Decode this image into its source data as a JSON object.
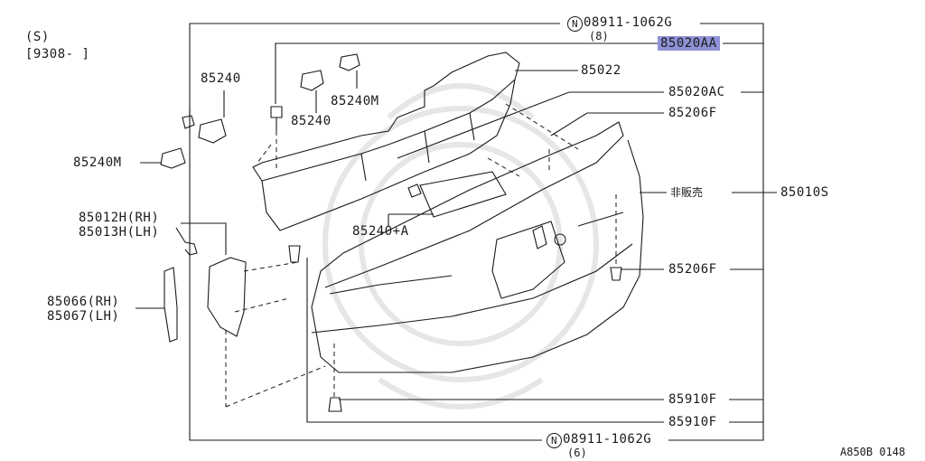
{
  "header": {
    "model_code": "(S)",
    "date_range": "[9308-      ]"
  },
  "footer": {
    "diagram_id": "A850B 0148"
  },
  "callouts": {
    "n_top": {
      "circle": "N",
      "part": "08911-1062G",
      "qty": "(8)"
    },
    "n_bottom": {
      "circle": "N",
      "part": "08911-1062G",
      "qty": "(6)"
    },
    "p85020AA": "85020AA",
    "p85022": "85022",
    "p85020AC": "85020AC",
    "p85206F_top": "85206F",
    "p85010S": "85010S",
    "not_for_sale": "非販売",
    "p85206F_mid": "85206F",
    "p85910F_a": "85910F",
    "p85910F_b": "85910F",
    "p85240_a": "85240",
    "p85240_b": "85240",
    "p85240M_a": "85240M",
    "p85240M_b": "85240M",
    "p85240A": "85240+A",
    "p85012H": "85012H(RH)",
    "p85013H": "85013H(LH)",
    "p85066": "85066(RH)",
    "p85067": "85067(LH)"
  },
  "colors": {
    "highlight": "#8e92d6",
    "line": "#1a1a1a",
    "watermark": "#e6e6e6"
  }
}
